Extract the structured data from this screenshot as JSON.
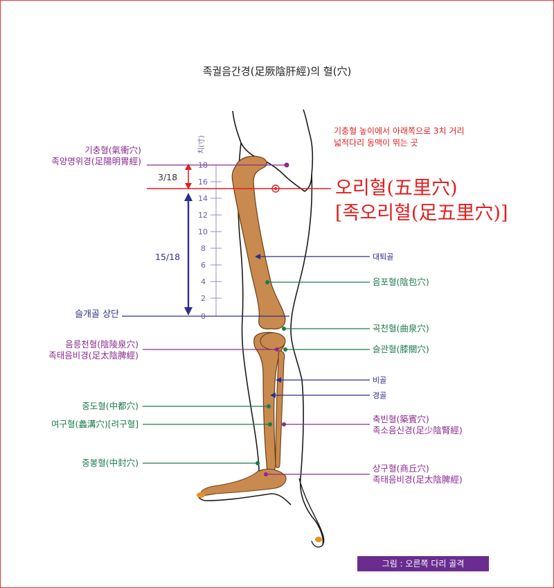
{
  "title": "족궐음간경(足厥陰肝經)의 혈(穴)",
  "note": [
    "기충혈 높이에서 아래쪽으로 3치 거리",
    "넓적다리 동맥이 뛰는 곳"
  ],
  "main_point": [
    "오리혈(五里穴)",
    "[족오리혈(足五里穴)]"
  ],
  "scale": {
    "unit_label": "치(寸)",
    "ticks": [
      "18",
      "16",
      "14",
      "12",
      "10",
      "8",
      "6",
      "4",
      "2",
      "0"
    ],
    "upper_ratio": "3/18",
    "lower_ratio": "15/18"
  },
  "left_labels": {
    "gichung": [
      "기충혈(氣衝穴)",
      "족양명위경(足陽明胃經)"
    ],
    "patella": "슬개골 상단",
    "eumneung": [
      "음릉천혈(陰陵泉穴)",
      "족태음비경(足太陰脾經)"
    ],
    "jungdo": "중도혈(中都穴)",
    "yeogu": "여구혈(蠡溝穴)[려구혈]",
    "jungbong": "중봉혈(中封穴)"
  },
  "right_labels": {
    "femur": "대퇴골",
    "eumpo": "음포혈(陰包穴)",
    "gokcheon": "곡천혈(曲泉穴)",
    "seulgwan": "슬관혈(膝關穴)",
    "fibula": "비골",
    "tibia": "경골",
    "chukbin": [
      "축빈혈(築賓穴)",
      "족소음신경(足少陰腎經)"
    ],
    "sanggu": [
      "상구혈(商丘穴)",
      "족태음비경(足太陰脾經)"
    ]
  },
  "caption": "그림 : 오른쪽 다리 골격",
  "colors": {
    "green": "#1a7a4c",
    "purple": "#8a2a8f",
    "navy": "#2c2f8a",
    "red": "#e01e1e",
    "bone": "#c98a4f",
    "scale": "#9a8cc0",
    "caption_bg": "#6a2d8f"
  }
}
